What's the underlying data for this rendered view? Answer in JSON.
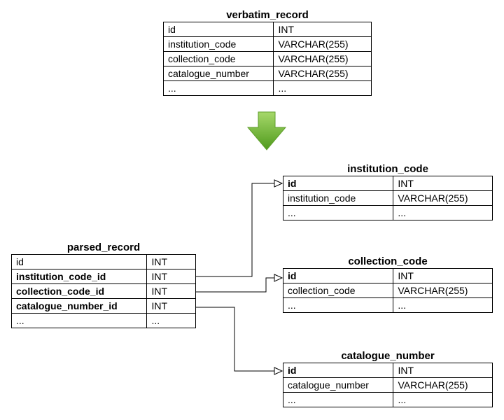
{
  "verbatim_record": {
    "title": "verbatim_record",
    "rows": [
      {
        "field": "id",
        "type": "INT"
      },
      {
        "field": "institution_code",
        "type": "VARCHAR(255)"
      },
      {
        "field": "collection_code",
        "type": "VARCHAR(255)"
      },
      {
        "field": "catalogue_number",
        "type": "VARCHAR(255)"
      },
      {
        "field": "...",
        "type": "..."
      }
    ]
  },
  "transform_arrow": {
    "icon": "down-arrow-icon",
    "color": "#6db33f"
  },
  "parsed_record": {
    "title": "parsed_record",
    "rows": [
      {
        "field": "id",
        "type": "INT"
      },
      {
        "field": "institution_code_id",
        "type": "INT"
      },
      {
        "field": "collection_code_id",
        "type": "INT"
      },
      {
        "field": "catalogue_number_id",
        "type": "INT"
      },
      {
        "field": "...",
        "type": "..."
      }
    ]
  },
  "institution_code": {
    "title": "institution_code",
    "rows": [
      {
        "field": "id",
        "type": "INT"
      },
      {
        "field": "institution_code",
        "type": "VARCHAR(255)"
      },
      {
        "field": "...",
        "type": "..."
      }
    ]
  },
  "collection_code": {
    "title": "collection_code",
    "rows": [
      {
        "field": "id",
        "type": "INT"
      },
      {
        "field": "collection_code",
        "type": "VARCHAR(255)"
      },
      {
        "field": "...",
        "type": "..."
      }
    ]
  },
  "catalogue_number": {
    "title": "catalogue_number",
    "rows": [
      {
        "field": "id",
        "type": "INT"
      },
      {
        "field": "catalogue_number",
        "type": "VARCHAR(255)"
      },
      {
        "field": "...",
        "type": "..."
      }
    ]
  }
}
